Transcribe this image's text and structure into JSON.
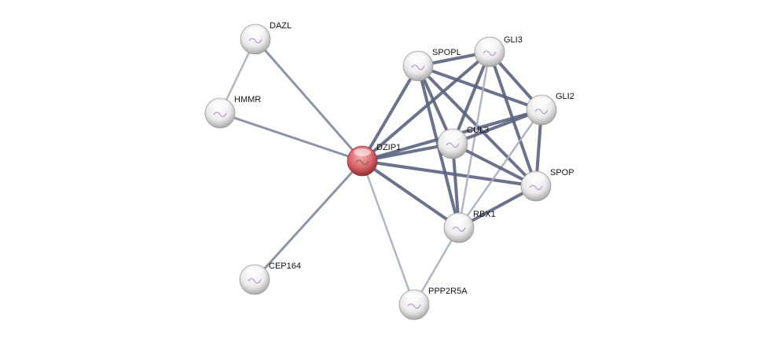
{
  "network": {
    "nodes": [
      {
        "id": "DZIP1",
        "label": "DZIP1",
        "query": true
      },
      {
        "id": "DAZL",
        "label": "DAZL"
      },
      {
        "id": "HMMR",
        "label": "HMMR"
      },
      {
        "id": "CEP164",
        "label": "CEP164"
      },
      {
        "id": "PPP2R5A",
        "label": "PPP2R5A"
      },
      {
        "id": "RBX1",
        "label": "RBX1"
      },
      {
        "id": "SPOP",
        "label": "SPOP"
      },
      {
        "id": "CUL3",
        "label": "CUL3"
      },
      {
        "id": "GLI2",
        "label": "GLI2"
      },
      {
        "id": "GLI3",
        "label": "GLI3"
      },
      {
        "id": "SPOPL",
        "label": "SPOPL"
      }
    ],
    "edges": [
      {
        "source": "DAZL",
        "target": "HMMR",
        "strength": "low"
      },
      {
        "source": "DAZL",
        "target": "DZIP1",
        "strength": "medium"
      },
      {
        "source": "HMMR",
        "target": "DZIP1",
        "strength": "medium"
      },
      {
        "source": "CEP164",
        "target": "DZIP1",
        "strength": "medium"
      },
      {
        "source": "PPP2R5A",
        "target": "DZIP1",
        "strength": "low"
      },
      {
        "source": "PPP2R5A",
        "target": "RBX1",
        "strength": "low"
      },
      {
        "source": "DZIP1",
        "target": "SPOPL",
        "strength": "high"
      },
      {
        "source": "DZIP1",
        "target": "GLI3",
        "strength": "high"
      },
      {
        "source": "DZIP1",
        "target": "CUL3",
        "strength": "high"
      },
      {
        "source": "DZIP1",
        "target": "GLI2",
        "strength": "high"
      },
      {
        "source": "DZIP1",
        "target": "SPOP",
        "strength": "high"
      },
      {
        "source": "DZIP1",
        "target": "RBX1",
        "strength": "high"
      },
      {
        "source": "SPOPL",
        "target": "GLI3",
        "strength": "high"
      },
      {
        "source": "SPOPL",
        "target": "CUL3",
        "strength": "high"
      },
      {
        "source": "SPOPL",
        "target": "GLI2",
        "strength": "high"
      },
      {
        "source": "SPOPL",
        "target": "SPOP",
        "strength": "high"
      },
      {
        "source": "SPOPL",
        "target": "RBX1",
        "strength": "high"
      },
      {
        "source": "GLI3",
        "target": "CUL3",
        "strength": "high"
      },
      {
        "source": "GLI3",
        "target": "GLI2",
        "strength": "high"
      },
      {
        "source": "GLI3",
        "target": "SPOP",
        "strength": "high"
      },
      {
        "source": "GLI3",
        "target": "RBX1",
        "strength": "low"
      },
      {
        "source": "GLI2",
        "target": "CUL3",
        "strength": "high"
      },
      {
        "source": "GLI2",
        "target": "SPOP",
        "strength": "high"
      },
      {
        "source": "GLI2",
        "target": "RBX1",
        "strength": "low"
      },
      {
        "source": "CUL3",
        "target": "SPOP",
        "strength": "high"
      },
      {
        "source": "CUL3",
        "target": "RBX1",
        "strength": "high"
      },
      {
        "source": "RBX1",
        "target": "SPOP",
        "strength": "high"
      }
    ]
  },
  "colors": {
    "query_node": "#d9646a",
    "node": "#e6e6e6",
    "edge_high": "#5a6380",
    "edge_medium": "#7f88a0",
    "edge_low": "#a9adbd"
  }
}
